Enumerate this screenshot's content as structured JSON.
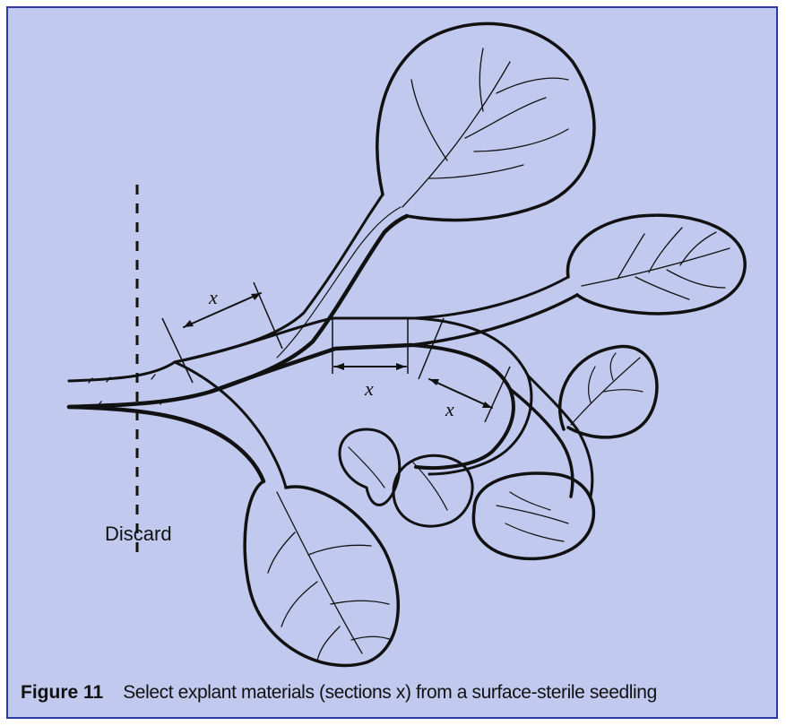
{
  "figure": {
    "number_label": "Figure 11",
    "caption_text": "Select explant materials (sections x) from a surface-sterile seedling"
  },
  "diagram": {
    "discard_label": "Discard",
    "section_labels": [
      "x",
      "x",
      "x"
    ],
    "colors": {
      "background": "#c1c9ee",
      "border": "#2b3aa3",
      "ink": "#111111"
    }
  }
}
